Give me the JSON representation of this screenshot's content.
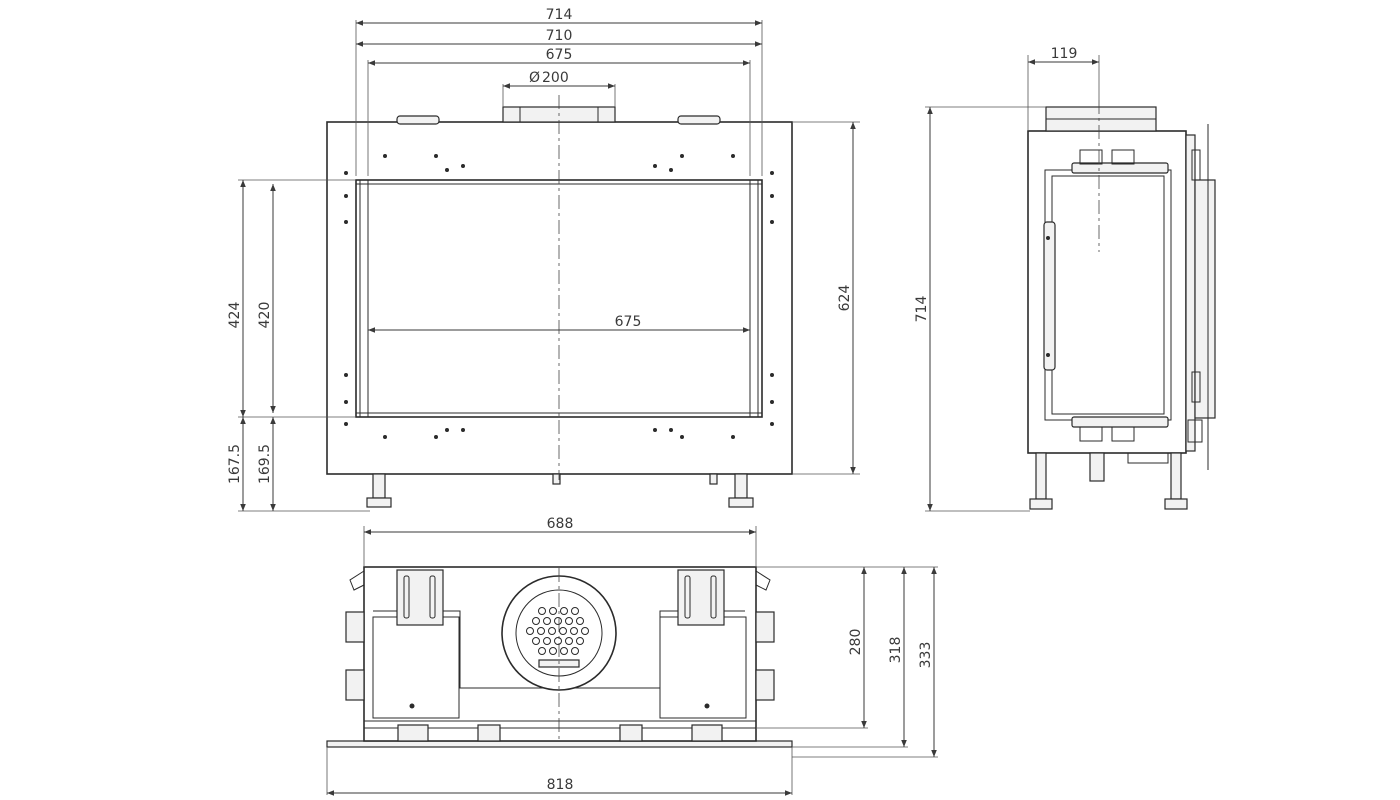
{
  "front_view": {
    "dims": {
      "overall_width": "714",
      "frame_width": "710",
      "inner_width": "675",
      "flue_diameter": "200",
      "flue_symbol": "Ø",
      "glass_width": "675",
      "height_total": "624",
      "opening_height_outer": "424",
      "opening_height_inner": "420",
      "base_height_a": "167.5",
      "base_height_b": "169.5"
    }
  },
  "side_view": {
    "dims": {
      "flue_depth": "119",
      "total_height": "714"
    }
  },
  "top_view": {
    "dims": {
      "inner_width": "688",
      "overall_width": "818",
      "depth_a": "280",
      "depth_b": "318",
      "depth_c": "333"
    }
  }
}
